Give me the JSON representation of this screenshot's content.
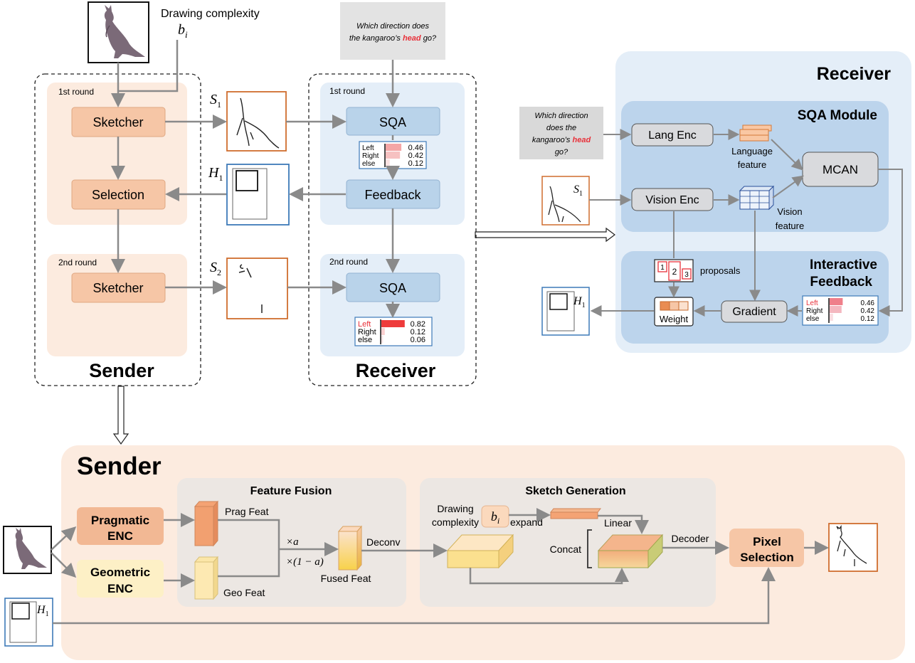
{
  "top": {
    "drawing_complexity": "Drawing complexity",
    "b_var": "b",
    "b_sub": "i",
    "question_l1": "Which direction does",
    "question_l2a": "the kangaroo’s ",
    "question_head": "head",
    "question_l2b": " go?",
    "s_var": "S",
    "s1_sub": "1",
    "s2_sub": "2",
    "h_var": "H",
    "h1_sub": "1"
  },
  "sender_panel": {
    "round1": "1st round",
    "round2": "2nd round",
    "sketcher_1": "Sketcher",
    "selection": "Selection",
    "sketcher_2": "Sketcher",
    "title": "Sender"
  },
  "receiver_panel": {
    "round1": "1st round",
    "round2": "2nd round",
    "sqa_1": "SQA",
    "feedback": "Feedback",
    "sqa_2": "SQA",
    "title": "Receiver",
    "probs_1": [
      {
        "label": "Left",
        "value": "0.46",
        "fraction": 0.46
      },
      {
        "label": "Right",
        "value": "0.42",
        "fraction": 0.42
      },
      {
        "label": "else",
        "value": "0.12",
        "fraction": 0.12
      }
    ],
    "probs_2": [
      {
        "label": "Left",
        "value": "0.82",
        "fraction": 0.82
      },
      {
        "label": "Right",
        "value": "0.12",
        "fraction": 0.12
      },
      {
        "label": "else",
        "value": "0.06",
        "fraction": 0.06
      }
    ]
  },
  "receiver_detail": {
    "title": "Receiver",
    "sqa_module": "SQA Module",
    "question_l1": "Which direction",
    "question_l2": "does the",
    "question_l3a": "kangaroo’s ",
    "question_head": "head",
    "question_l4": "go?",
    "lang_enc": "Lang Enc",
    "vision_enc": "Vision Enc",
    "language_feature_l1": "Language",
    "language_feature_l2": "feature",
    "vision_feature_l1": "Vision",
    "vision_feature_l2": "feature",
    "mcan": "MCAN",
    "interactive_l1": "Interactive",
    "interactive_l2": "Feedback",
    "proposals": "proposals",
    "proposal_ids": [
      "1",
      "2",
      "3"
    ],
    "weight": "Weight",
    "gradient": "Gradient",
    "probs": [
      {
        "label": "Left",
        "value": "0.46",
        "fraction": 0.46
      },
      {
        "label": "Right",
        "value": "0.42",
        "fraction": 0.42
      },
      {
        "label": "else",
        "value": "0.12",
        "fraction": 0.12
      }
    ]
  },
  "sender_detail": {
    "title": "Sender",
    "pragmatic_l1": "Pragmatic",
    "pragmatic_l2": "ENC",
    "geometric_l1": "Geometric",
    "geometric_l2": "ENC",
    "feature_fusion": "Feature Fusion",
    "prag_feat": "Prag Feat",
    "geo_feat": "Geo Feat",
    "times_a": "×a",
    "times_1_minus_a": "×(1 − a)",
    "fused_feat": "Fused Feat",
    "deconv": "Deconv",
    "sketch_generation": "Sketch Generation",
    "drawing_l1": "Drawing",
    "drawing_l2": "complexity",
    "expand": "expand",
    "linear": "Linear",
    "concat": "Concat",
    "decoder": "Decoder",
    "pixel_l1": "Pixel",
    "pixel_l2": "Selection"
  },
  "colors": {
    "orange_box": "#f6c6a6",
    "blue_box": "#b9d3ea",
    "blue_panel": "#e4eef8",
    "orange_panel": "#fcebdf",
    "gray_panel": "#ece7e3",
    "red": "#e8313a",
    "arrow": "#8a8a8a",
    "sketch_border": "#cf6d2e",
    "heatmap_border": "#3d7ab8"
  }
}
